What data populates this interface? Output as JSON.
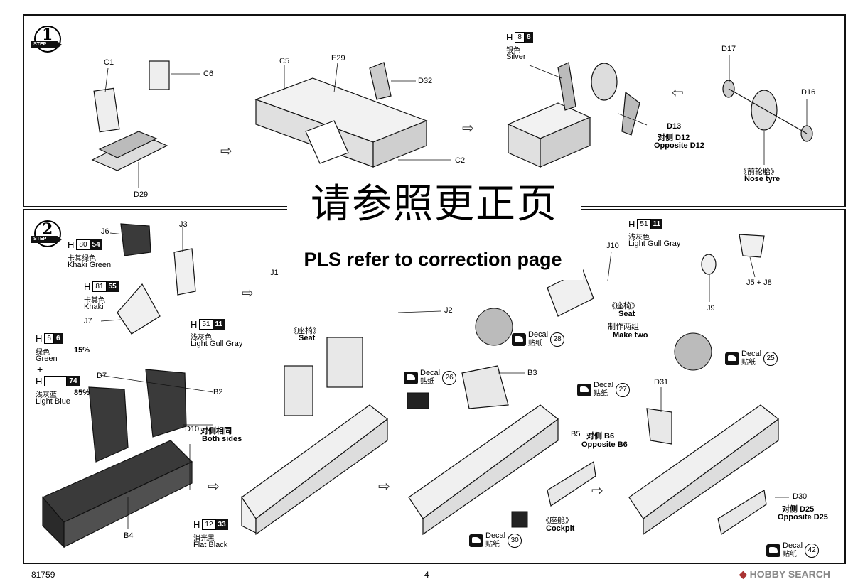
{
  "step1": {
    "badge_num": "1",
    "badge_text": "STEP",
    "parts": {
      "c1": "C1",
      "c6": "C6",
      "d29": "D29",
      "c5": "C5",
      "e29": "E29",
      "d32": "D32",
      "c2": "C2",
      "d17": "D17",
      "d16": "D16",
      "d13": "D13",
      "d12_cn": "对侧 D12",
      "d12_en": "Opposite D12",
      "nose_cn": "《前轮胎》",
      "nose_en": "Nose tyre"
    },
    "paint_silver": {
      "h": "H",
      "c1": "8",
      "c2": "8",
      "cn": "银色",
      "en": "Silver"
    }
  },
  "step2": {
    "badge_num": "2",
    "badge_text": "STEP",
    "parts": {
      "j6": "J6",
      "j3": "J3",
      "j7": "J7",
      "j1": "J1",
      "j2": "J2",
      "j10": "J10",
      "j9": "J9",
      "j5j8": "J5 + J8",
      "d7": "D7",
      "b2": "B2",
      "b4": "B4",
      "d10": "D10",
      "d10_cn": "对侧相同",
      "d10_en": "Both sides",
      "seat_cn": "《座椅》",
      "seat_en": "Seat",
      "seat2_cn": "《座椅》",
      "seat2_en": "Seat",
      "make_two_cn": "制作两组",
      "make_two_en": "Make two",
      "b3": "B3",
      "b5": "B5",
      "b6_cn": "对侧 B6",
      "b6_en": "Opposite B6",
      "cockpit_cn": "《座舱》",
      "cockpit_en": "Cockpit",
      "d31": "D31",
      "d30": "D30",
      "d25_cn": "对侧 D25",
      "d25_en": "Opposite D25"
    },
    "paints": {
      "khaki_green": {
        "h": "H",
        "c1": "80",
        "c2": "54",
        "cn": "卡其绿色",
        "en": "Khaki Green"
      },
      "khaki": {
        "h": "H",
        "c1": "81",
        "c2": "55",
        "cn": "卡其色",
        "en": "Khaki"
      },
      "lgg_left": {
        "h": "H",
        "c1": "51",
        "c2": "11",
        "cn": "浅灰色",
        "en": "Light Gull Gray"
      },
      "green": {
        "h": "H",
        "c1": "6",
        "c2": "6",
        "cn": "绿色",
        "en": "Green",
        "pct": "15%"
      },
      "plus": "+",
      "light_blue": {
        "h": "H",
        "c1": "",
        "c2": "74",
        "cn": "浅灰蓝",
        "en": "Light Blue",
        "pct": "85%"
      },
      "flat_black": {
        "h": "H",
        "c1": "12",
        "c2": "33",
        "cn": "消光黑",
        "en": "Flat Black"
      },
      "lgg_right": {
        "h": "H",
        "c1": "51",
        "c2": "11",
        "cn": "浅灰色",
        "en": "Light Gull Gray"
      }
    },
    "decals": [
      {
        "en": "Decal",
        "cn": "贴纸",
        "num": "28"
      },
      {
        "en": "Decal",
        "cn": "贴纸",
        "num": "26"
      },
      {
        "en": "Decal",
        "cn": "贴纸",
        "num": "27"
      },
      {
        "en": "Decal",
        "cn": "贴纸",
        "num": "30"
      },
      {
        "en": "Decal",
        "cn": "贴纸",
        "num": "25"
      },
      {
        "en": "Decal",
        "cn": "贴纸",
        "num": "42"
      }
    ]
  },
  "overlay": {
    "cn": "请参照更正页",
    "en": "PLS refer to correction page"
  },
  "footer": {
    "kit_no": "81759",
    "page": "4",
    "watermark": "HOBBY SEARCH"
  }
}
